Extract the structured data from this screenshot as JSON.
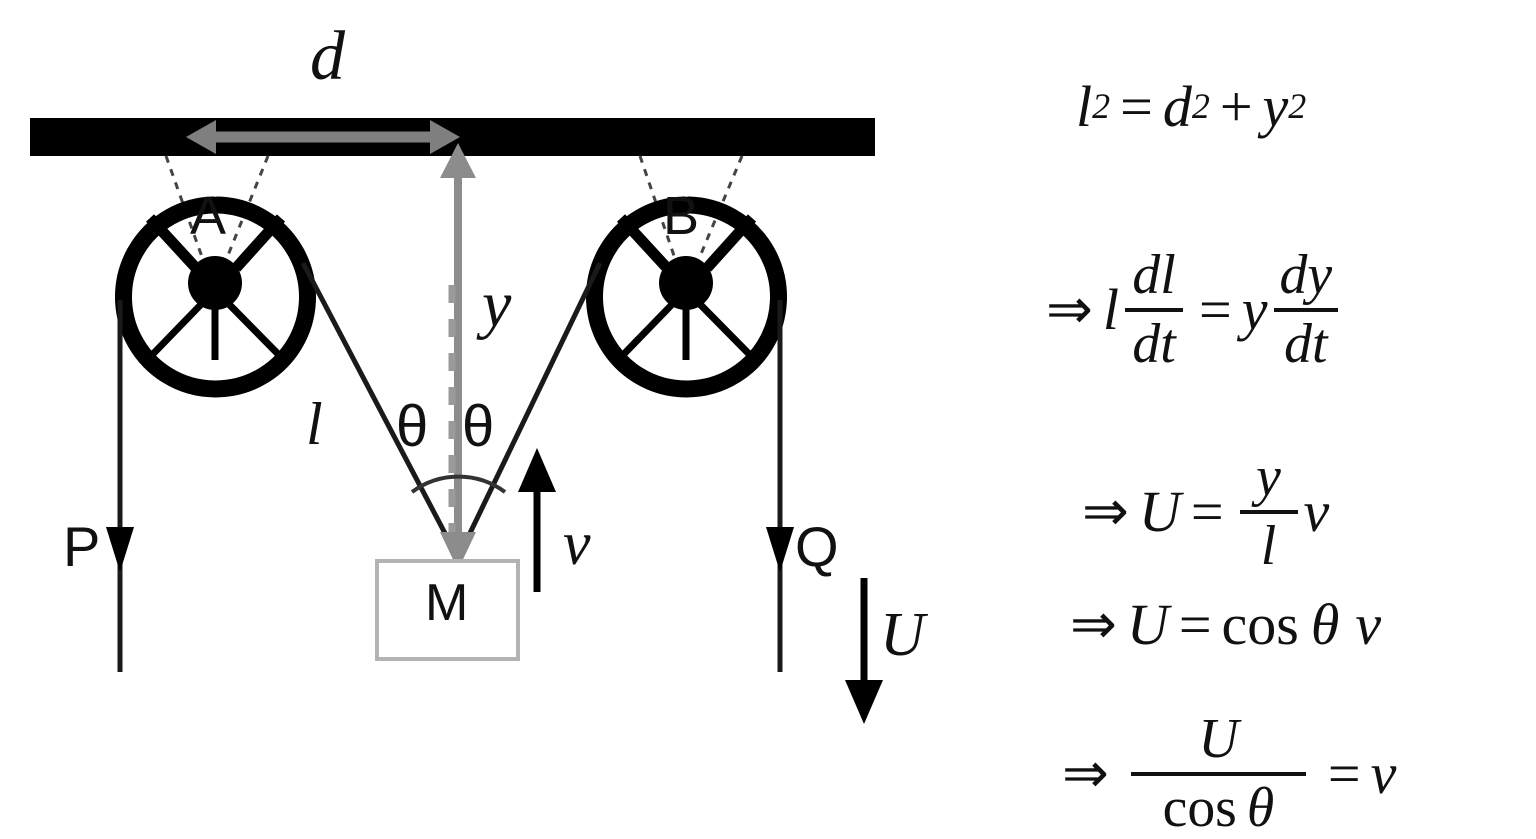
{
  "diagram": {
    "title_symbol": "d",
    "labels": {
      "d": "d",
      "y": "y",
      "l": "l",
      "theta_left": "θ",
      "theta_right": "θ",
      "v": "v",
      "U": "U",
      "P": "P",
      "Q": "Q",
      "M": "M",
      "pulley_a": "A",
      "pulley_b": "B"
    },
    "colors": {
      "ceiling": "#000000",
      "rope": "#1a1a1a",
      "measure_arrow": "#7f7f7f",
      "dashed_hanger": "#555555",
      "mass_box_border": "#b3b3b3",
      "velocity_arrow": "#000000"
    },
    "elements": {
      "ceiling_bar": "ceiling-bar",
      "pulley_a": "pulley-a",
      "pulley_b": "pulley-b",
      "mass_block": "mass-block",
      "rope_left": "rope-left-segment",
      "rope_right": "rope-right-segment",
      "rope_p": "rope-p-free-end",
      "rope_q": "rope-q-free-end",
      "angle_arc": "angle-arc",
      "d_measure": "d-measure-arrow",
      "y_measure": "y-measure-arrow",
      "v_vector": "v-velocity-arrow",
      "u_vector": "u-velocity-arrow"
    }
  },
  "equations": [
    {
      "id": "eq0",
      "text": "l² = d² + y²",
      "arrow": "",
      "lhs": "l",
      "lhs_sup": "2",
      "rel": "=",
      "rhs_a": "d",
      "rhs_a_sup": "2",
      "plus": "+",
      "rhs_b": "y",
      "rhs_b_sup": "2"
    },
    {
      "id": "eq1",
      "text": "⇒ l dl/dt = y dy/dt",
      "arrow": "⇒",
      "lhs": "l",
      "num1": "dl",
      "den1": "dt",
      "rel": "=",
      "rhs": "y",
      "num2": "dy",
      "den2": "dt"
    },
    {
      "id": "eq2",
      "text": "⇒ U = (y/l) v",
      "arrow": "⇒",
      "lhs": "U",
      "rel": "=",
      "num": "y",
      "den": "l",
      "tail": "v"
    },
    {
      "id": "eq3",
      "text": "⇒ U = cos θ v",
      "arrow": "⇒",
      "lhs": "U",
      "rel": "=",
      "cos": "cos",
      "theta": "θ",
      "tail": "v"
    },
    {
      "id": "eq4",
      "text": "⇒ U / cos θ = v",
      "arrow": "⇒",
      "num": "U",
      "den_cos": "cos",
      "den_theta": "θ",
      "rel": "=",
      "tail": "v"
    }
  ]
}
